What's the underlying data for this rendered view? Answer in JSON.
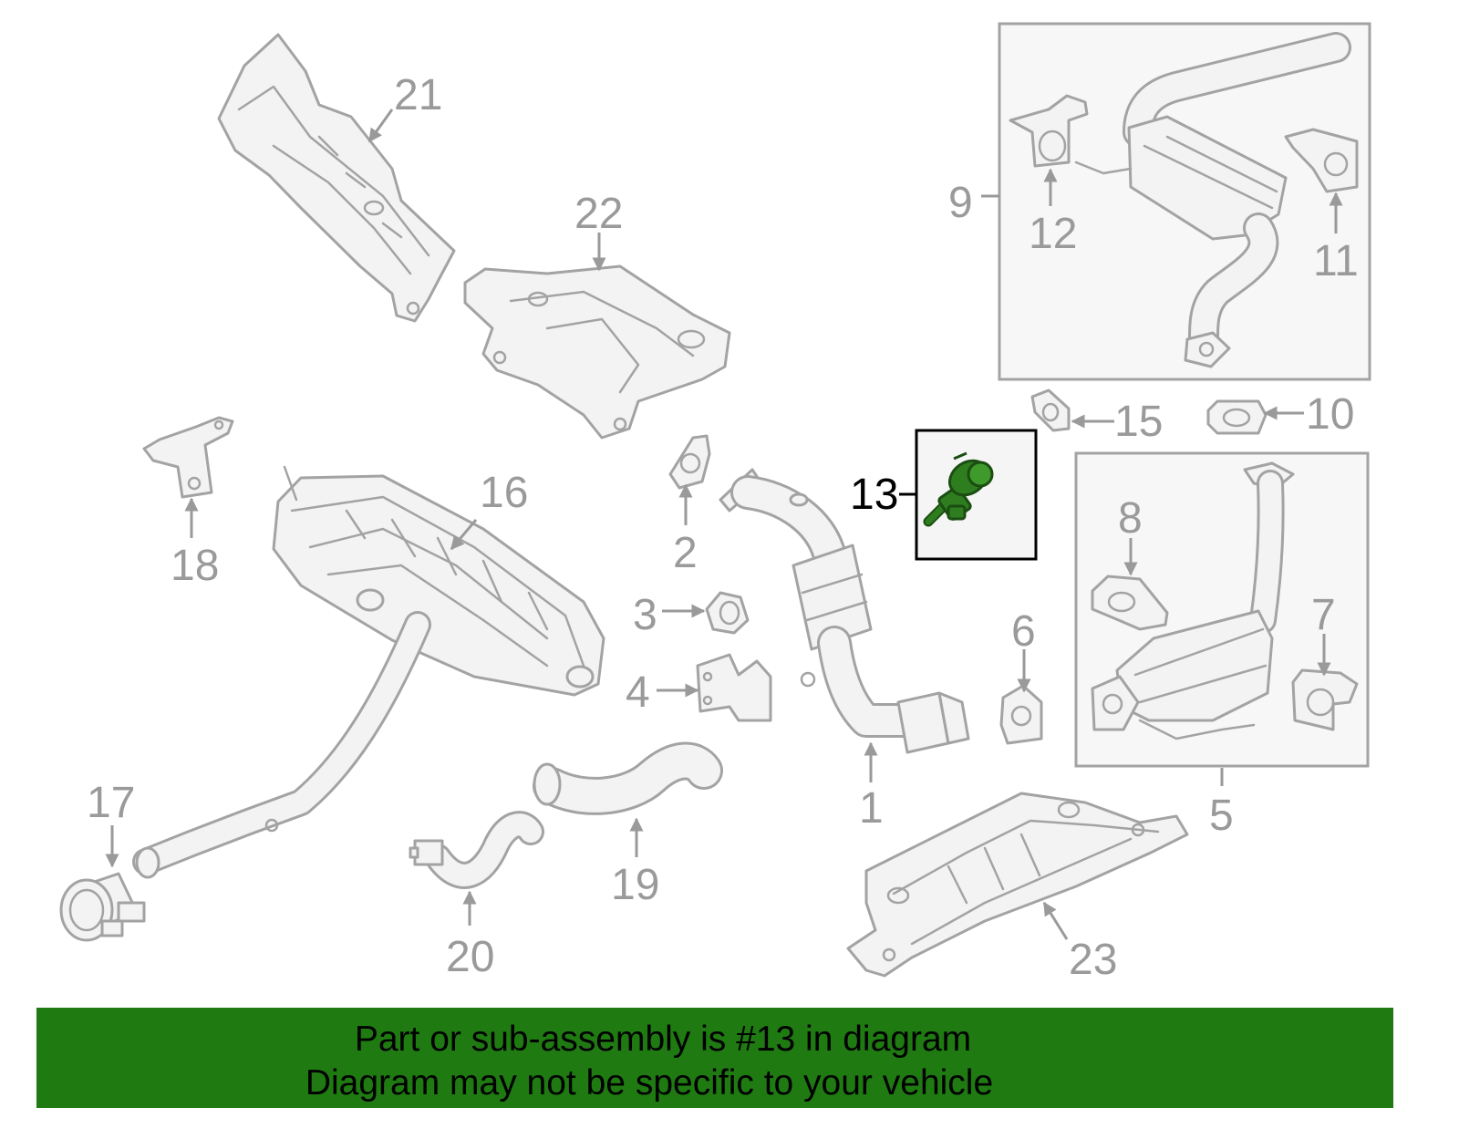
{
  "callouts": {
    "p1": "1",
    "p2": "2",
    "p3": "3",
    "p4": "4",
    "p5": "5",
    "p6": "6",
    "p7": "7",
    "p8": "8",
    "p9": "9",
    "p10": "10",
    "p11": "11",
    "p12": "12",
    "p13": "13",
    "p15": "15",
    "p16": "16",
    "p17": "17",
    "p18": "18",
    "p19": "19",
    "p20": "20",
    "p21": "21",
    "p22": "22",
    "p23": "23"
  },
  "highlighted_part": "13",
  "banner": {
    "line1": "Part or sub-assembly is #13 in diagram",
    "line2": "Diagram may not be specific to your vehicle"
  },
  "colors": {
    "line_art": "#a3a3a3",
    "highlight_part": "#2e7d1f",
    "banner_background": "#1f7a12",
    "banner_text": "#000000"
  }
}
